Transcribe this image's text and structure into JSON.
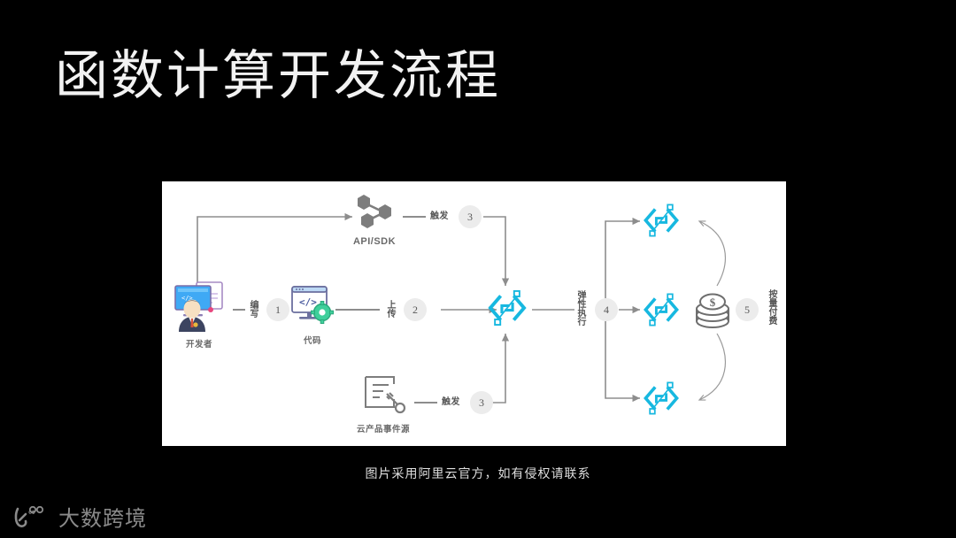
{
  "slide": {
    "title": "函数计算开发流程",
    "caption": "图片采用阿里云官方，如有侵权请联系",
    "background_color": "#000000",
    "panel_color": "#ffffff",
    "accent_color": "#17b8e0"
  },
  "diagram": {
    "nodes": {
      "developer": {
        "label": "开发者",
        "icon": "developer-workstation-icon"
      },
      "code": {
        "label": "代码",
        "icon": "code-monitor-gear-icon"
      },
      "api_sdk": {
        "label": "API/SDK",
        "icon": "api-sdk-nodes-icon"
      },
      "event_source": {
        "label": "云产品事件源",
        "icon": "cloud-event-source-icon"
      },
      "function_main": {
        "label": "",
        "icon": "function-compute-icon"
      },
      "function_instance_top": {
        "label": "",
        "icon": "function-compute-icon"
      },
      "function_instance_mid": {
        "label": "",
        "icon": "function-compute-icon"
      },
      "function_instance_bottom": {
        "label": "",
        "icon": "function-compute-icon"
      },
      "billing": {
        "label": "",
        "icon": "coin-stack-icon"
      }
    },
    "steps": [
      {
        "number": "1",
        "label": "编写"
      },
      {
        "number": "2",
        "label": "上传"
      },
      {
        "number": "3",
        "label": "触发"
      },
      {
        "number": "3",
        "label": "触发"
      },
      {
        "number": "4",
        "label": "弹性执行"
      },
      {
        "number": "5",
        "label": "按量付费"
      }
    ],
    "step_labels": {
      "write": "编写",
      "upload": "上传",
      "trigger_api": "触发",
      "trigger_event": "触发",
      "elastic_exec": "弹性执行",
      "pay_per_use": "按量付费"
    },
    "step_numbers": {
      "write": "1",
      "upload": "2",
      "trigger_api": "3",
      "trigger_event": "3",
      "elastic_exec": "4",
      "pay_per_use": "5"
    }
  },
  "footer": {
    "brand_name": "大数跨境",
    "logo_mark": "infinity-k-logo-icon"
  }
}
